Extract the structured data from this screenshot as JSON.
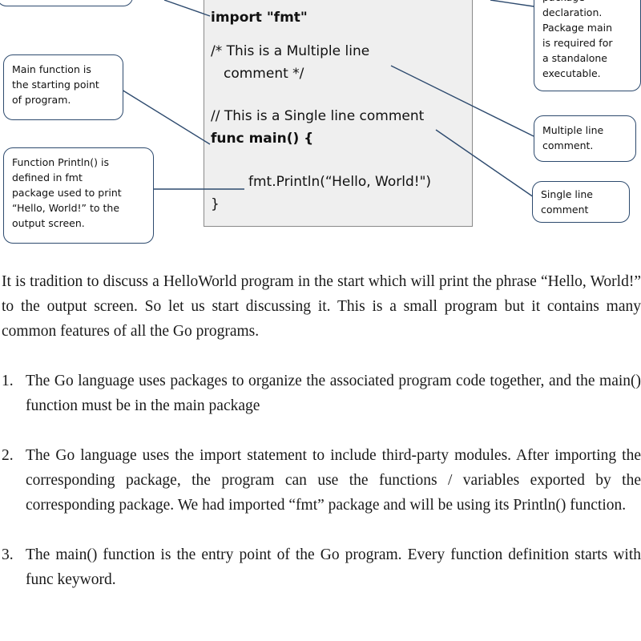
{
  "code": {
    "lines": [
      {
        "text": "import \"fmt\"",
        "bold": true
      },
      {
        "text": "/* This is a Multiple line",
        "bold": false
      },
      {
        "text": "comment */",
        "bold": false
      },
      {
        "text": "// This is a Single line comment",
        "bold": false
      },
      {
        "text": "func main() {",
        "bold": true
      },
      {
        "text": "fmt.Println(“Hello, World!\")",
        "bold": false
      },
      {
        "text": "}",
        "bold": false
      }
    ]
  },
  "callouts": {
    "package_declaration": "package\ndeclaration.\nPackage main\nis required for\na standalone\nexecutable.",
    "main_function": "Main function is\nthe starting point\nof program.",
    "println_function": "Function Println() is\ndefined in fmt\npackage used to print\n“Hello, World!” to the\noutput screen.",
    "multiple_line_comment": "Multiple line\ncomment.",
    "single_line_comment": "Single line\ncomment"
  },
  "intro_paragraph": "It is tradition to discuss a HelloWorld program in the start which will print the phrase “Hello, World!” to the output screen. So let us start discussing it. This is a small program but it contains many common features of all the Go programs.",
  "list_items": [
    {
      "number": "1.",
      "text": "The Go language uses packages to organize the associated program code together, and the main() function must be in the main package"
    },
    {
      "number": "2.",
      "text": "The Go language uses the import statement to include third-party modules. After importing the corresponding package, the program can use the functions / variables exported by the corresponding package. We had imported “fmt” package and will be using its Println() function."
    },
    {
      "number": "3.",
      "text": "The main() function is the entry point of the Go program. Every function definition starts with func keyword."
    }
  ]
}
